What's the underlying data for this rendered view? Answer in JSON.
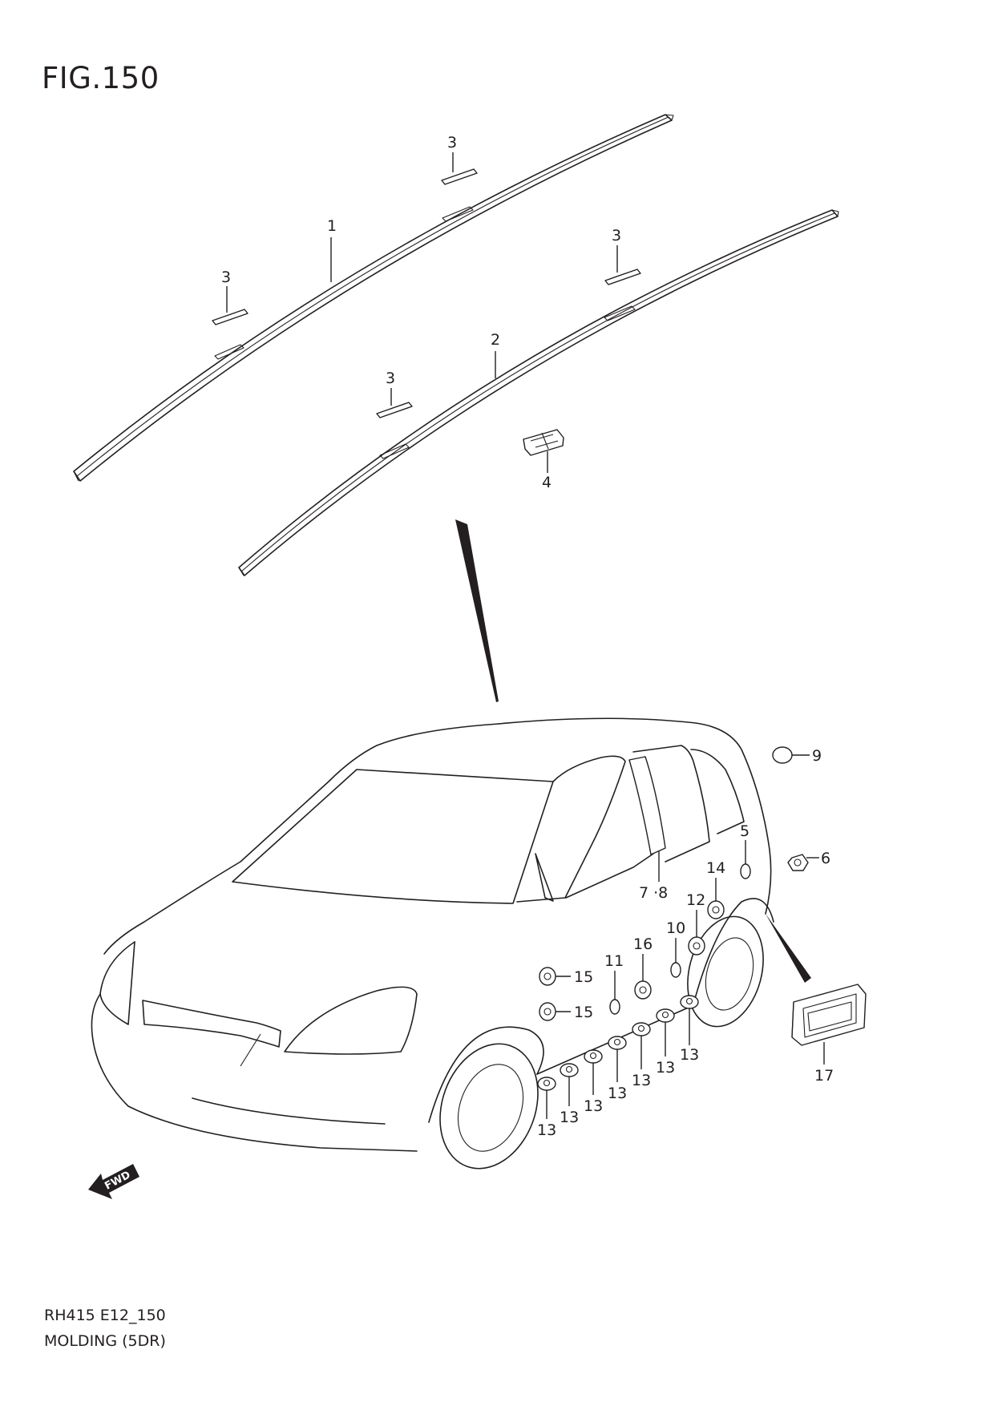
{
  "figure": {
    "title": "FIG.150",
    "code": "RH415 E12_150",
    "name": "MOLDING (5DR)"
  },
  "fwd_badge": "FWD",
  "callouts": {
    "c1": "1",
    "c2": "2",
    "c3a": "3",
    "c3b": "3",
    "c3c": "3",
    "c3d": "3",
    "c4": "4",
    "c5": "5",
    "c6": "6",
    "c78": "7 ·8",
    "c9": "9",
    "c10": "10",
    "c11": "11",
    "c12": "12",
    "c13a": "13",
    "c13b": "13",
    "c13c": "13",
    "c13d": "13",
    "c13e": "13",
    "c13f": "13",
    "c13g": "13",
    "c14": "14",
    "c15a": "15",
    "c15b": "15",
    "c16": "16",
    "c17": "17"
  }
}
